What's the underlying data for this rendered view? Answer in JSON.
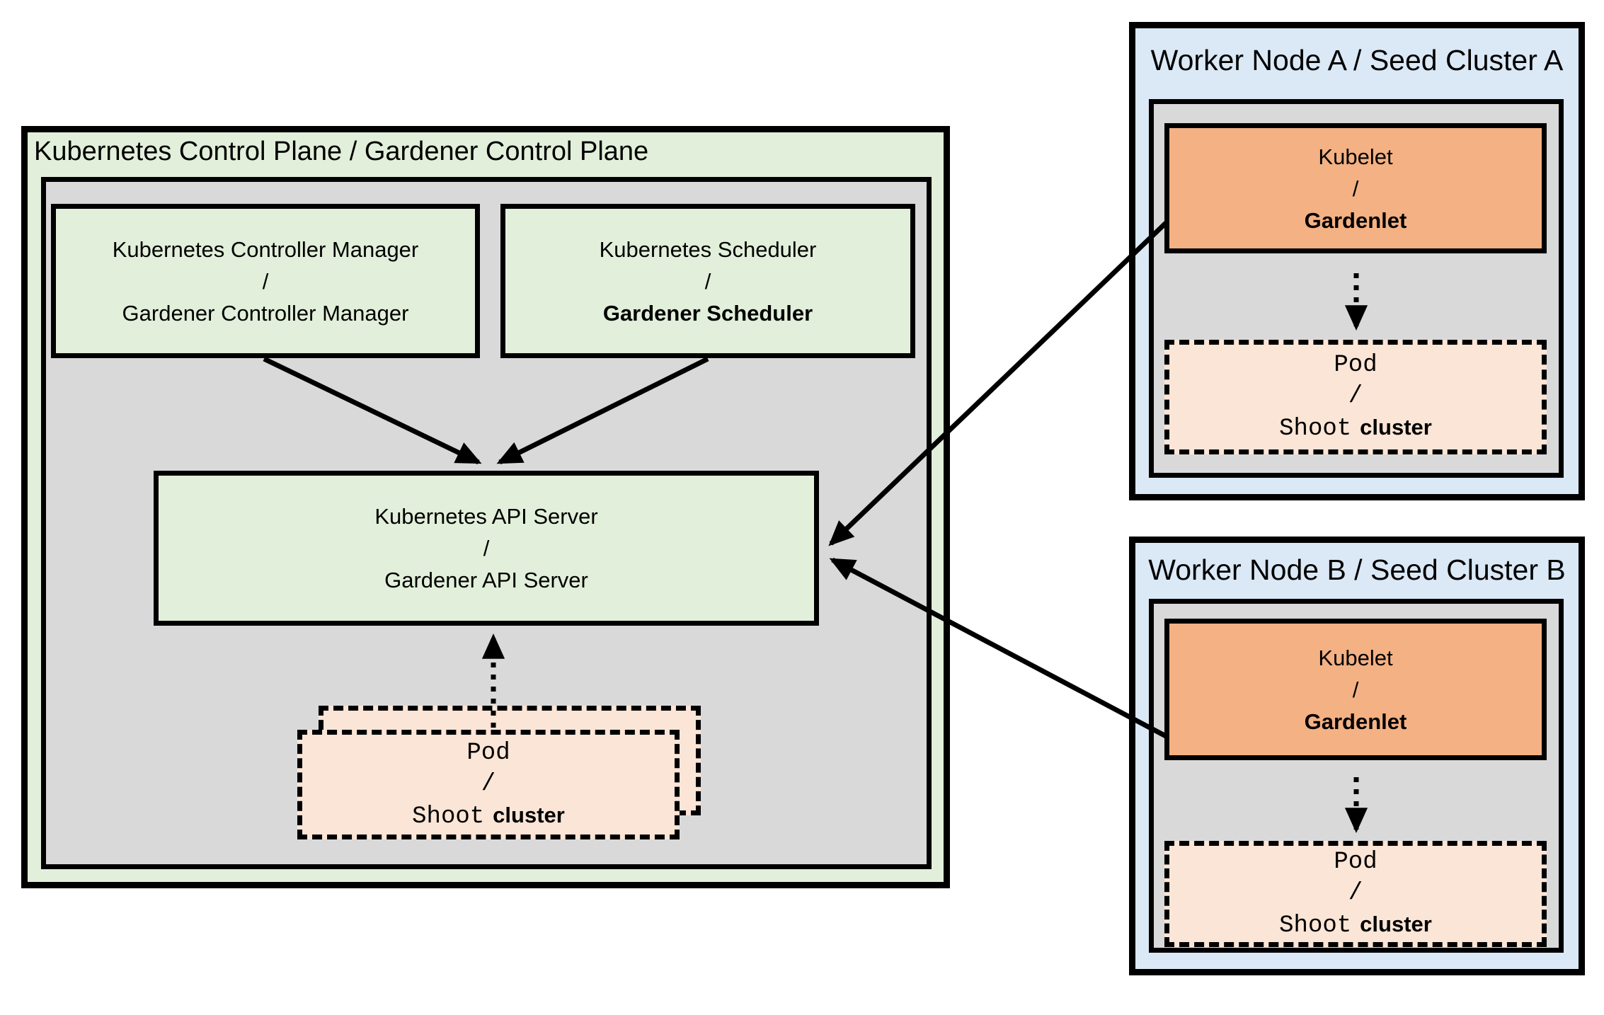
{
  "colors": {
    "box_green": "#e2efda",
    "box_gray": "#d9d9d9",
    "box_blue": "#dbe8f6",
    "box_orange": "#f4b183",
    "box_peach": "#fbe5d6",
    "line_black": "#000000"
  },
  "control_plane": {
    "title": "Kubernetes Control Plane / Gardener Control Plane",
    "controller_manager": {
      "line1": "Kubernetes Controller Manager",
      "slash": "/",
      "line2": "Gardener Controller Manager"
    },
    "scheduler": {
      "line1": "Kubernetes Scheduler",
      "slash": "/",
      "line2": "Gardener Scheduler"
    },
    "api_server": {
      "line1": "Kubernetes API Server",
      "slash": "/",
      "line2": "Gardener API Server"
    },
    "pod_stack": {
      "line1": "Pod",
      "slash": "/",
      "shoot": "Shoot",
      "cluster": "cluster"
    }
  },
  "worker_node_a": {
    "title": "Worker Node A / Seed Cluster A",
    "kubelet": {
      "line1": "Kubelet",
      "slash": "/",
      "line2": "Gardenlet"
    },
    "pod": {
      "line1": "Pod",
      "slash": "/",
      "shoot": "Shoot",
      "cluster": "cluster"
    }
  },
  "worker_node_b": {
    "title": "Worker Node B / Seed Cluster B",
    "kubelet": {
      "line1": "Kubelet",
      "slash": "/",
      "line2": "Gardenlet"
    },
    "pod": {
      "line1": "Pod",
      "slash": "/",
      "shoot": "Shoot",
      "cluster": "cluster"
    }
  }
}
